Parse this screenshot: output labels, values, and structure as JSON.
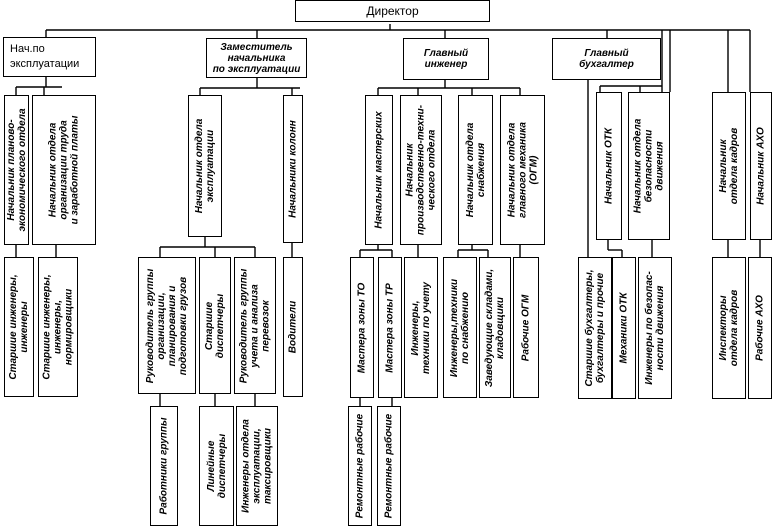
{
  "director": "Директор",
  "managers": {
    "ops_chief": "Нач.по эксплуатации",
    "deputy": "Заместитель\nначальника\nпо эксплуатации",
    "chief_engineer": "Главный\nинженер",
    "chief_accountant": "Главный\nбухгалтер"
  },
  "ops": {
    "planning_head": "Начальник планово-\nэкономического отдела",
    "labor_head": "Начальник отдела\nорганизации труда\nи заработной платы",
    "planning_staff": "Старшие инженеры,\nинженеры",
    "labor_staff": "Старшие инженеры,\nинженеры,\nнормировщики"
  },
  "deputy_branch": {
    "ops_dept_head": "Начальник отдела\nэксплуатации",
    "column_head": "Начальники колонн",
    "group_lead_cargo": "Руководитель группы\nорганизации,\nпланирования и\nподготовки грузов",
    "senior_dispatchers": "Старшие\nдиспетчеры",
    "group_lead_accounting": "Руководитель группы\nучета и анализа\nперевозок",
    "drivers": "Водители",
    "group_workers": "Работники группы",
    "line_dispatchers": "Линейные\nдиспетчеры",
    "ops_engineers": "Инженеры отдела\nэксплуатации,\nтаксировщики"
  },
  "engineering": {
    "workshop_head": "Начальник мастерских",
    "production_head": "Начальник\nпроизводственно-техни-\nческого отдела",
    "supply_head": "Начальник отдела\nснабжения",
    "mechanic_head": "Начальник отдела\nглавного механика\n(ОГМ)",
    "to_masters": "Мастера зоны ТО",
    "tr_masters": "Мастера зоны ТР",
    "accounting_engineers": "Инженеры,\nтехники по учету",
    "supply_engineers": "Инженеры,техники\nпо снабжению",
    "warehouse_heads": "Заведующие складами,\nкладовщики",
    "ogm_workers": "Рабочие ОГМ",
    "repair_workers_1": "Ремонтные рабочие",
    "repair_workers_2": "Ремонтные рабочие"
  },
  "accounting": {
    "otk_head": "Начальник ОТК",
    "safety_head": "Начальник отдела\nбезопасности\nдвижения",
    "accountants": "Старшие бухгалтеры,\nбухгалтеры и прочие",
    "otk_mechanics": "Механики ОТК",
    "safety_engineers": "Инженеры по безопас-\nности движения"
  },
  "hr": {
    "hr_head": "Начальник\nотдела кадров",
    "aho_head": "Начальник АХО",
    "hr_inspectors": "Инспекторы\nотдела кадров",
    "aho_workers": "Рабочие АХО"
  }
}
